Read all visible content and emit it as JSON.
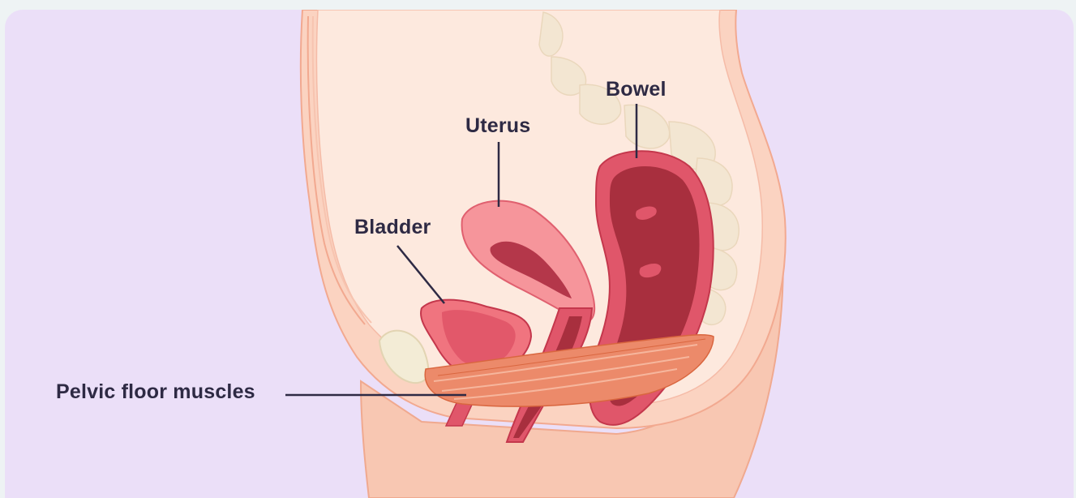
{
  "labels": {
    "bowel": "Bowel",
    "uterus": "Uterus",
    "bladder": "Bladder",
    "pelvic_floor": "Pelvic floor muscles"
  },
  "colors": {
    "background": "#ebdff8",
    "skin": "#fbd0bd",
    "skin_inner": "#fde8dc",
    "organ_outer": "#e45a6a",
    "bowel_inner": "#a82f3e",
    "uterus": "#f59096",
    "muscle": "#ec8a6a",
    "bone": "#f2e6d3",
    "label_text": "#2e2a44"
  }
}
